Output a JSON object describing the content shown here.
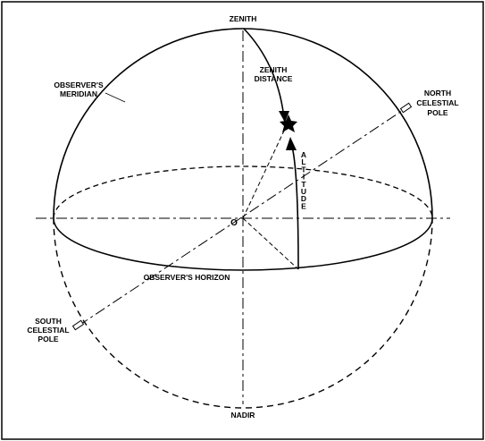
{
  "labels": {
    "zenith": "ZENITH",
    "nadir": "NADIR",
    "zenith_distance_line1": "ZENITH",
    "zenith_distance_line2": "DISTANCE",
    "observers_meridian_line1": "OBSERVER'S",
    "observers_meridian_line2": "MERIDIAN",
    "north_celestial_pole_line1": "NORTH",
    "north_celestial_pole_line2": "CELESTIAL",
    "north_celestial_pole_line3": "POLE",
    "south_celestial_pole_line1": "SOUTH",
    "south_celestial_pole_line2": "CELESTIAL",
    "south_celestial_pole_line3": "POLE",
    "observers_horizon": "OBSERVER'S HORIZON",
    "center": "O",
    "altitude": [
      "A",
      "L",
      "T",
      "I",
      "T",
      "U",
      "D",
      "E"
    ]
  },
  "colors": {
    "stroke": "#000000",
    "background": "#ffffff"
  }
}
